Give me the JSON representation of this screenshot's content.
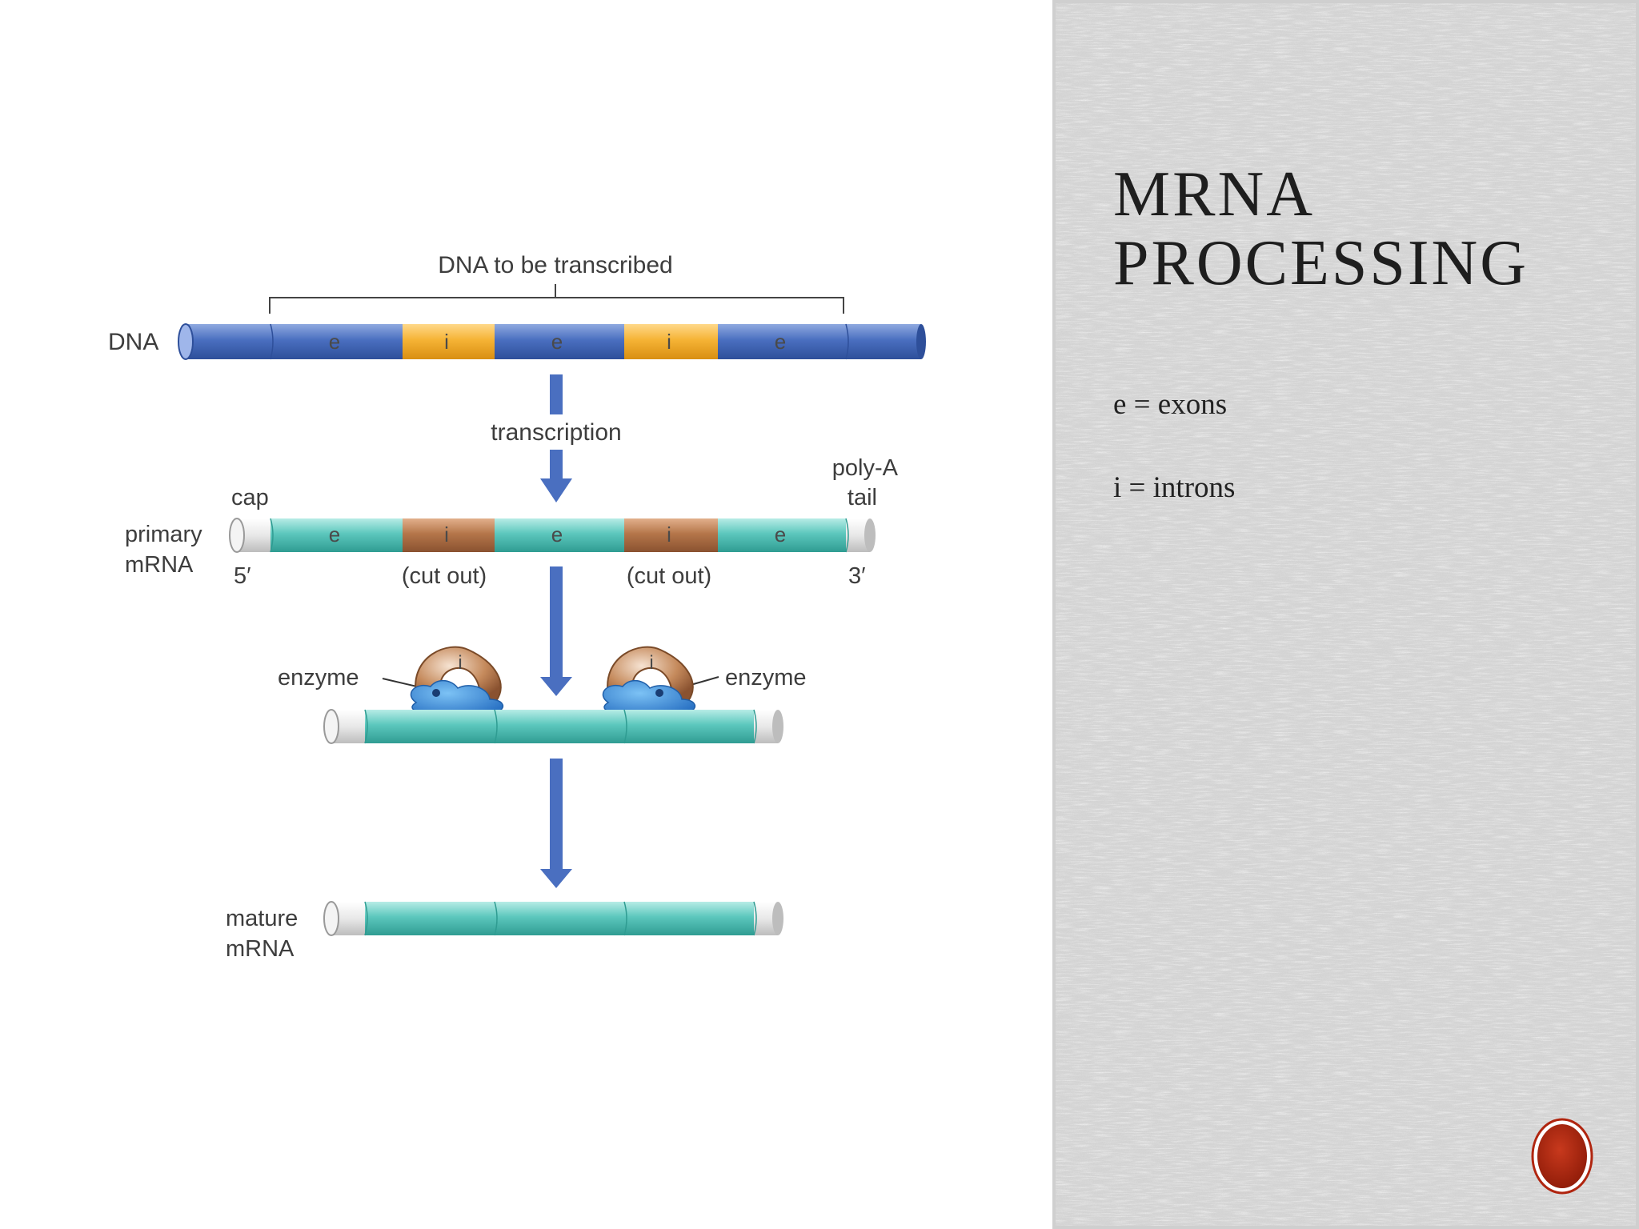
{
  "slide": {
    "title_line1": "MRNA",
    "title_line2": "PROCESSING",
    "legend_exons": "e = exons",
    "legend_introns": "i = introns"
  },
  "diagram": {
    "bracket_label": "DNA to be transcribed",
    "dna_label": "DNA",
    "transcription_label": "transcription",
    "cap_label": "cap",
    "polya_line1": "poly-A",
    "polya_line2": "tail",
    "primary_line1": "primary",
    "primary_line2": "mRNA",
    "five_prime": "5′",
    "three_prime": "3′",
    "cut_out_1": "(cut out)",
    "cut_out_2": "(cut out)",
    "enzyme_left": "enzyme",
    "enzyme_right": "enzyme",
    "mature_line1": "mature",
    "mature_line2": "mRNA",
    "exon_letter": "e",
    "intron_letter": "i"
  },
  "colors": {
    "dna_blue": "#4a6fc0",
    "intron_yellow": "#f5b335",
    "exon_teal": "#5cc7bd",
    "intron_brown": "#b5764a",
    "enzyme_blue": "#3a8fd8",
    "arrow_blue": "#4a6fc0",
    "panel_gray": "#d9d9d9",
    "nav_red": "#b0250f"
  },
  "icons": {
    "nav_button": "red-circle-icon"
  }
}
